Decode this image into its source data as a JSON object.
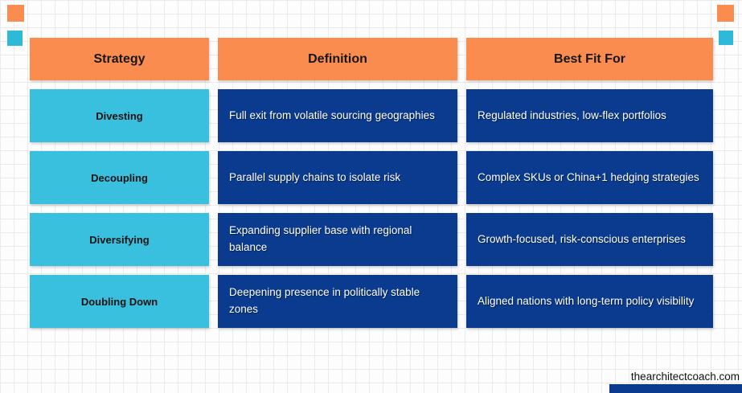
{
  "table": {
    "headers": [
      "Strategy",
      "Definition",
      "Best Fit For"
    ],
    "rows": [
      {
        "strategy": "Divesting",
        "definition": "Full exit from volatile sourcing geographies",
        "best_fit": "Regulated industries, low-flex portfolios"
      },
      {
        "strategy": "Decoupling",
        "definition": "Parallel supply chains to isolate risk",
        "best_fit": "Complex SKUs or China+1 hedging strategies"
      },
      {
        "strategy": "Diversifying",
        "definition": "Expanding supplier base with regional balance",
        "best_fit": "Growth-focused, risk-conscious enterprises"
      },
      {
        "strategy": "Doubling Down",
        "definition": "Deepening presence in politically stable zones",
        "best_fit": "Aligned nations with long-term policy visibility"
      }
    ]
  },
  "watermark": "thearchitectcoach.com",
  "colors": {
    "header_orange": "#f98c4e",
    "strategy_cyan": "#38c0de",
    "body_dark_blue": "#0b3b8f",
    "grid_line": "#ebebeb",
    "background": "#fdfdfd"
  },
  "decorations": [
    "orange-square-top-left",
    "teal-square-left",
    "orange-square-top-right",
    "teal-square-right",
    "blue-bar-bottom-right"
  ]
}
